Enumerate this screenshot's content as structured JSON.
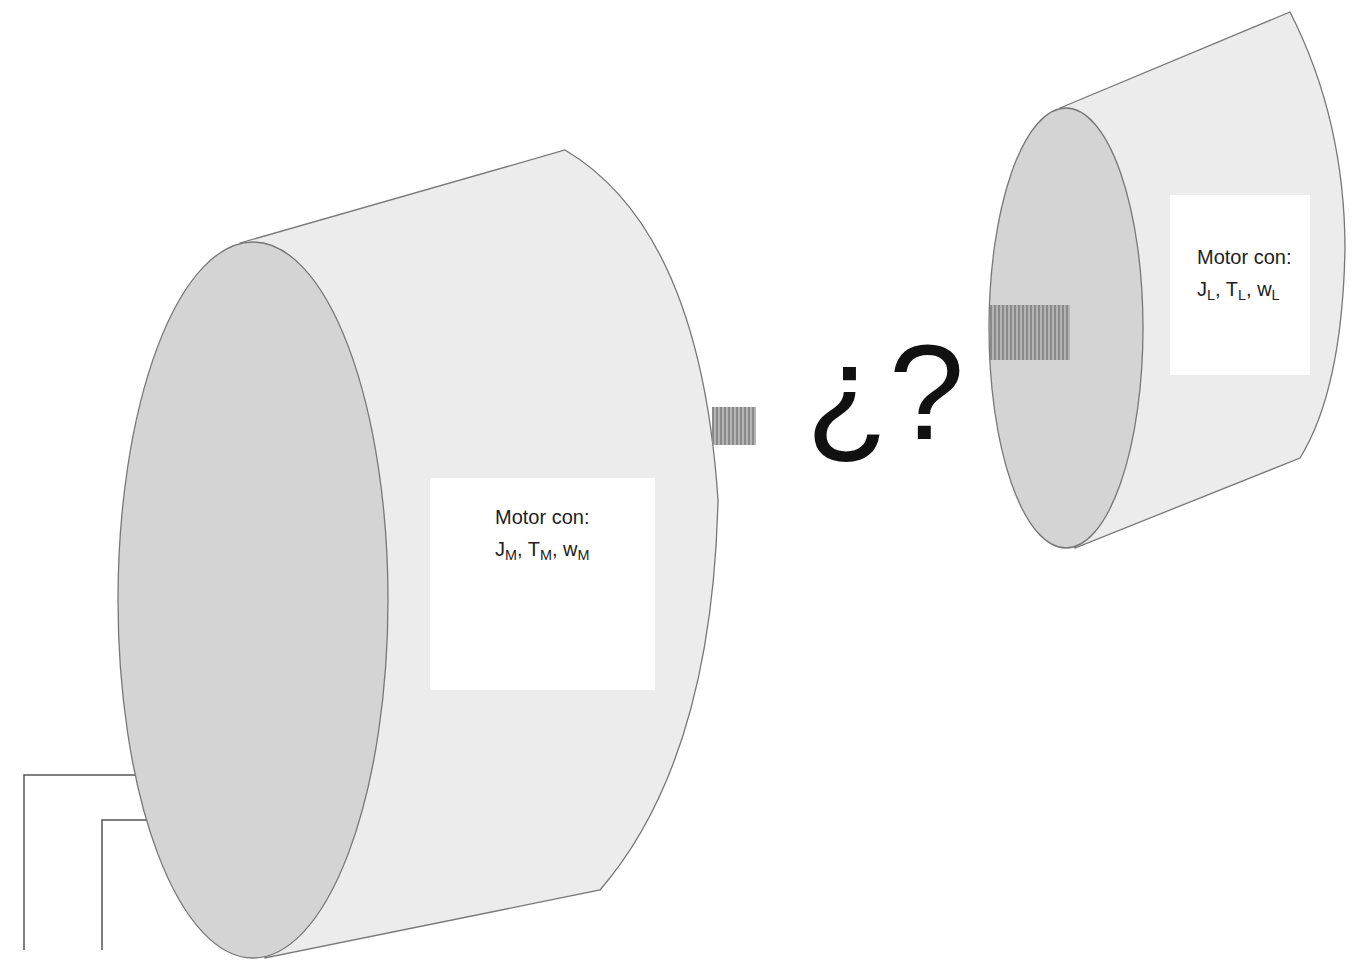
{
  "diagram": {
    "nodes": [
      {
        "text": [
          "Motor con:",
          "JM, TM, wM"
        ]
      },
      {
        "text": [
          "Motor con:",
          "JL, TL, wL"
        ]
      }
    ],
    "labels": [
      "¿?"
    ]
  }
}
